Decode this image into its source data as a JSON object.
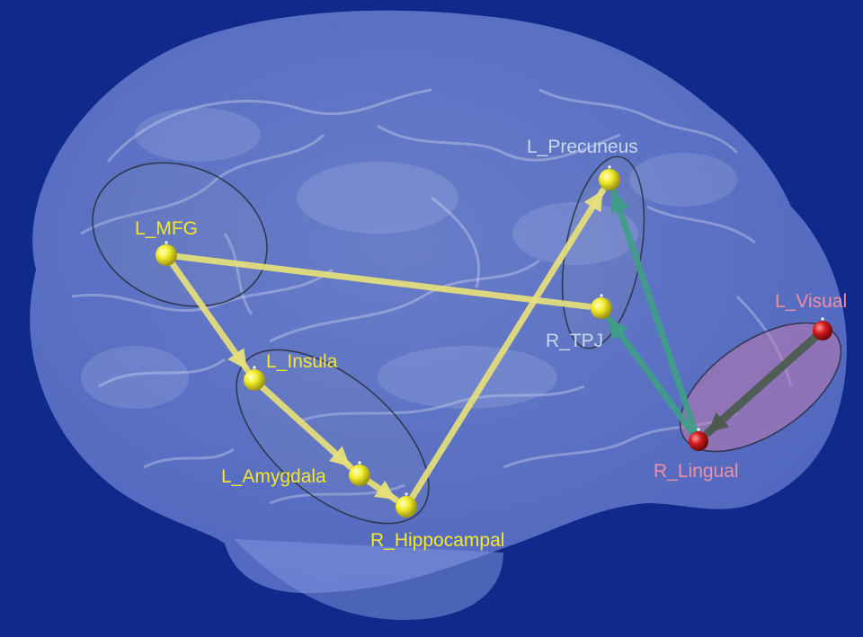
{
  "colors": {
    "background": "#0f2a8a",
    "yellow_node": "#f2ec2a",
    "red_node": "#d41c1c",
    "yellow_edge": "#e6e07a",
    "teal_edge": "#3f9d88",
    "dark_edge": "#4b5a4d",
    "label_yellow": "#f5e62c",
    "label_light": "#c8d8ef",
    "label_pink": "#f08ea4"
  },
  "labels": {
    "l_mfg": "L_MFG",
    "l_insula": "L_Insula",
    "l_amygdala": "L_Amygdala",
    "r_hippocampal": "R_Hippocampal",
    "l_precuneus": "L_Precuneus",
    "r_tpj": "R_TPJ",
    "l_visual": "L_Visual",
    "r_lingual": "R_Lingual"
  },
  "nodes": [
    {
      "id": "l_mfg",
      "color": "yellow"
    },
    {
      "id": "l_insula",
      "color": "yellow"
    },
    {
      "id": "l_amygdala",
      "color": "yellow"
    },
    {
      "id": "r_hippocampal",
      "color": "yellow"
    },
    {
      "id": "l_precuneus",
      "color": "yellow"
    },
    {
      "id": "r_tpj",
      "color": "yellow"
    },
    {
      "id": "l_visual",
      "color": "red"
    },
    {
      "id": "r_lingual",
      "color": "red"
    }
  ],
  "edges": [
    {
      "from": "l_mfg",
      "to": "l_insula",
      "color": "yellow",
      "arrow": true
    },
    {
      "from": "l_mfg",
      "to": "r_tpj",
      "color": "yellow",
      "arrow": false
    },
    {
      "from": "l_insula",
      "to": "l_amygdala",
      "color": "yellow",
      "arrow": true
    },
    {
      "from": "l_amygdala",
      "to": "r_hippocampal",
      "color": "yellow",
      "arrow": true
    },
    {
      "from": "r_hippocampal",
      "to": "l_precuneus",
      "color": "yellow",
      "arrow": true
    },
    {
      "from": "r_lingual",
      "to": "l_precuneus",
      "color": "teal",
      "arrow": true
    },
    {
      "from": "r_lingual",
      "to": "r_tpj",
      "color": "teal",
      "arrow": true
    },
    {
      "from": "l_visual",
      "to": "r_lingual",
      "color": "dark",
      "arrow": true
    }
  ],
  "clusters": [
    {
      "id": "frontal",
      "fill": "none"
    },
    {
      "id": "limbic",
      "fill": "none"
    },
    {
      "id": "parietal",
      "fill": "none"
    },
    {
      "id": "visual",
      "fill": "#c07ab0"
    }
  ]
}
